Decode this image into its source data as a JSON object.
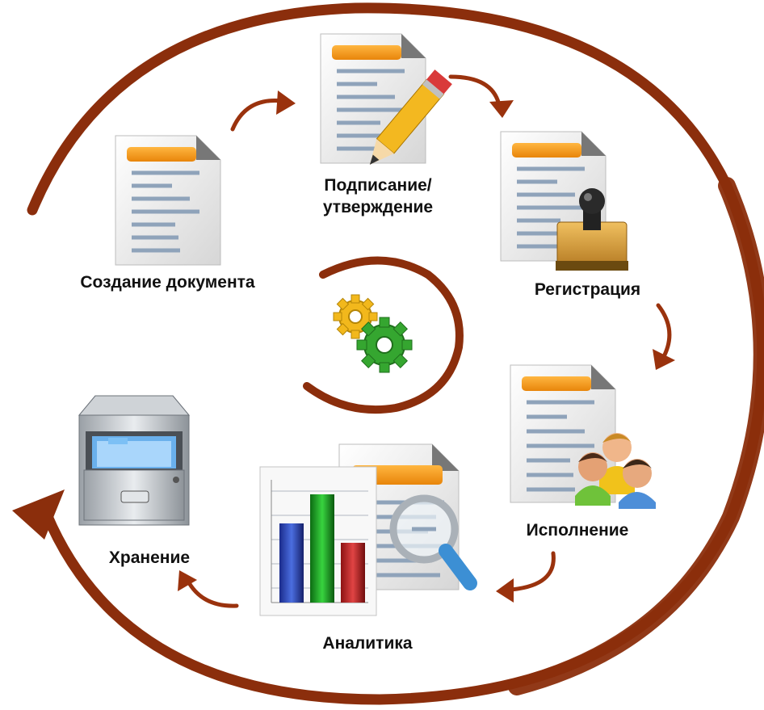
{
  "steps": {
    "create": {
      "label": "Создание  документа"
    },
    "sign": {
      "line1": "Подписание/",
      "line2": "утверждение"
    },
    "register": {
      "label": "Регистрация"
    },
    "execute": {
      "label": "Исполнение"
    },
    "analytics": {
      "label": "Аналитика"
    },
    "storage": {
      "label": "Хранение"
    }
  },
  "icons": {
    "create": "document-icon",
    "sign": "document-pencil-icon",
    "register": "document-stamp-icon",
    "execute": "document-people-icon",
    "analytics": "chart-document-magnifier-icon",
    "storage": "file-cabinet-icon",
    "center": "gears-icon"
  },
  "colors": {
    "cycle": "#8b2e0c",
    "document_header": "#f0940f",
    "gear_yellow": "#f2b81c",
    "gear_green": "#35a630"
  }
}
